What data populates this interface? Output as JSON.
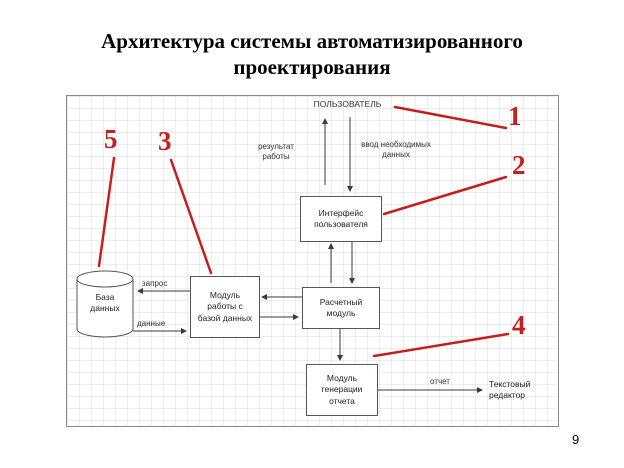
{
  "slide": {
    "title": "Архитектура системы автоматизированного\nпроектирования",
    "page_number": "9"
  },
  "diagram": {
    "user": "ПОЛЬЗОВАТЕЛЬ",
    "labels": {
      "result": "результат\nработы",
      "input": "ввод необходимых\nданных",
      "query": "запрос",
      "data": "данные",
      "report": "отчет"
    },
    "boxes": {
      "interface": "Интерфейс\nпользователя",
      "calc": "Расчетный\nмодуль",
      "db_module": "Модуль\nработы с\nбазой данных",
      "database": "База\nданных",
      "report_module": "Модуль\nгенерации\nотчета"
    },
    "external": {
      "text_editor": "Текстовый\nредактор"
    },
    "callouts": [
      {
        "label": "1"
      },
      {
        "label": "2"
      },
      {
        "label": "3"
      },
      {
        "label": "4"
      },
      {
        "label": "5"
      }
    ],
    "colors": {
      "callout_red": "#c41f1f",
      "arrow_black": "#3a3a3a"
    }
  }
}
